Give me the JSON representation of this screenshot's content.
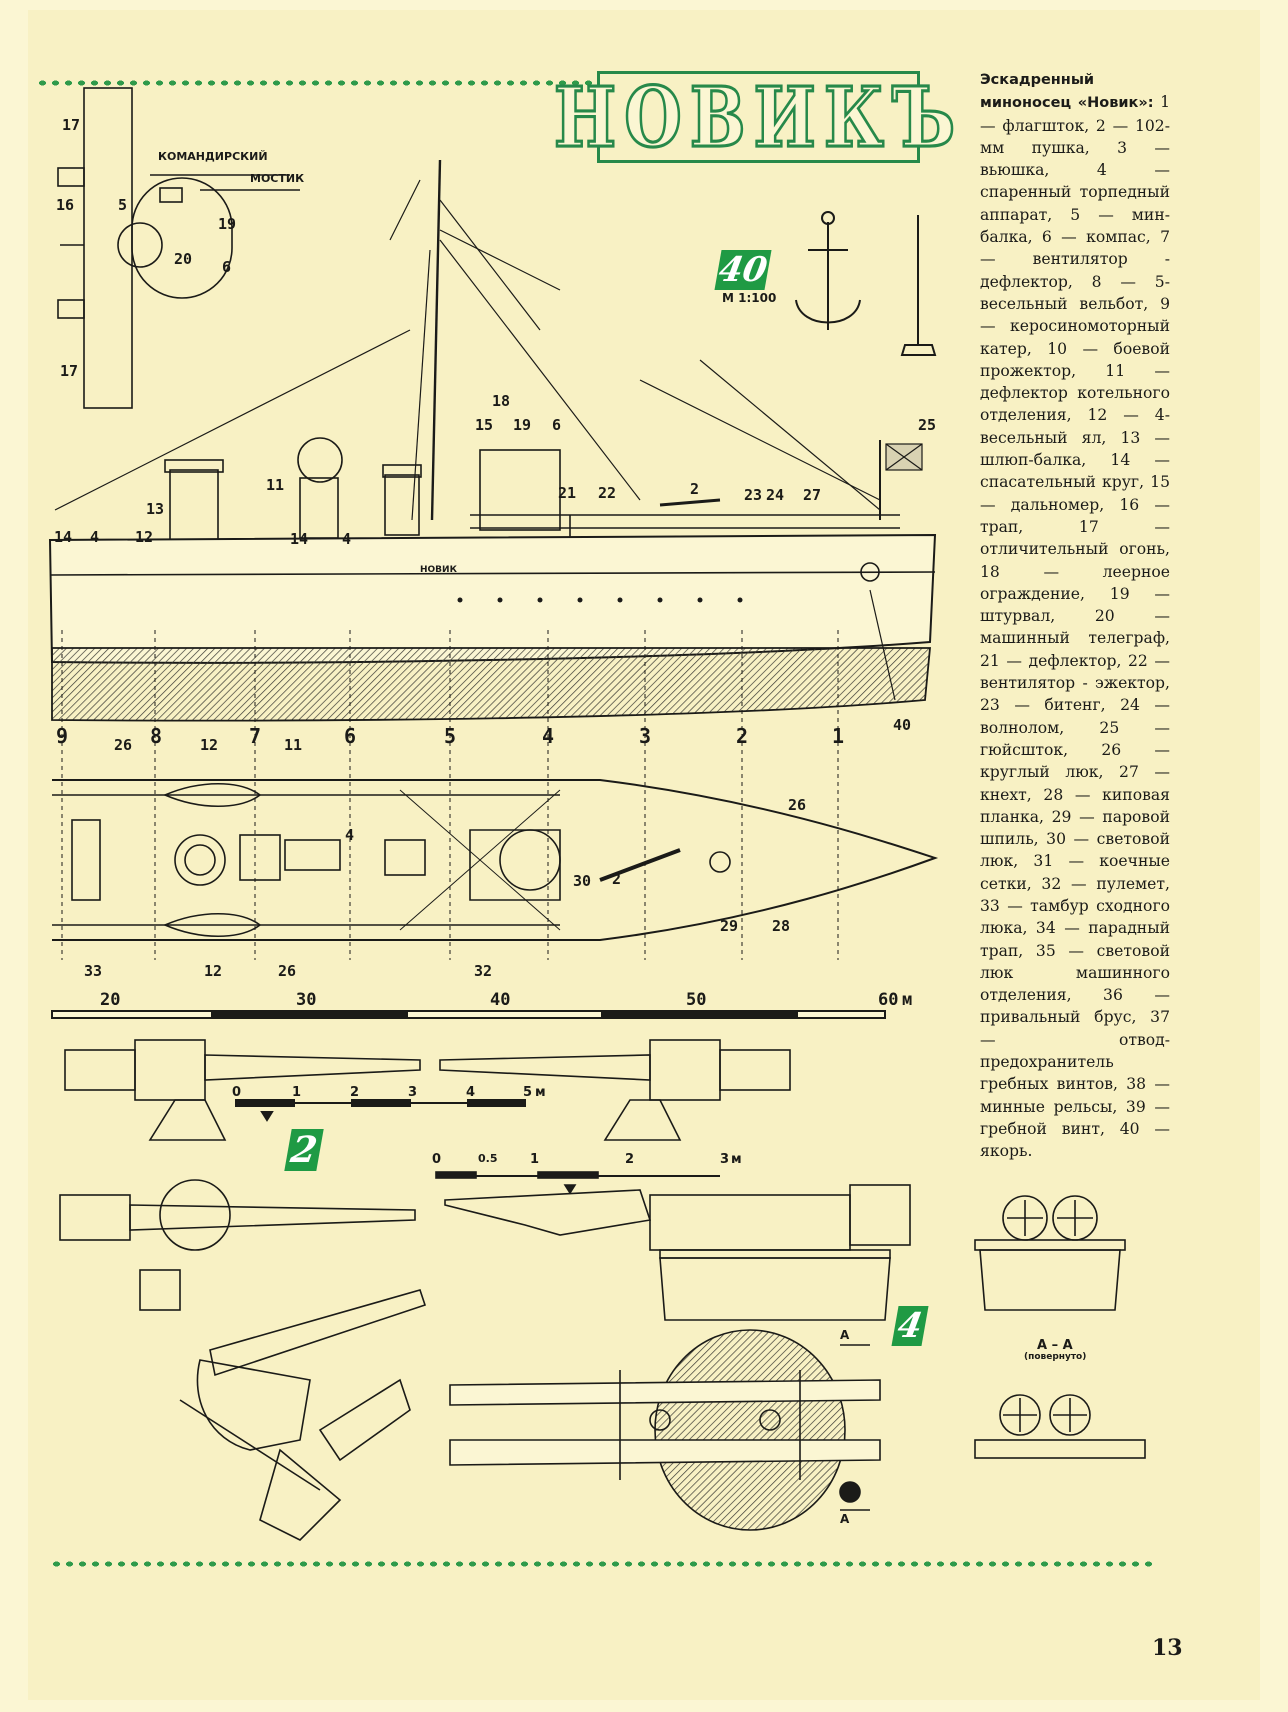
{
  "title": "НОВИКЪ",
  "badges": {
    "main": "40",
    "gun": "2",
    "torpedo": "4"
  },
  "scale_ratio": "M 1:100",
  "bridge_title": "КОМАНДИРСКИЙ",
  "bridge_subtitle": "МОСТИК",
  "hull_name": "НОВИК",
  "section_label": "А – А",
  "section_sub": "(повернуто)",
  "section_mark": "А",
  "legend": {
    "heading": "Эскадренный миноносец «Новик»:",
    "text": "1 — флагшток, 2 — 102-мм пушка, 3 — вьюшка, 4 — спаренный торпедный аппарат, 5 — мин-балка, 6 — компас, 7 — вентилятор - дефлектор, 8 — 5-весельный вельбот, 9 — керосиномоторный катер, 10 — боевой прожектор, 11 — дефлектор котельного отделения, 12 — 4-весельный ял, 13 — шлюп-балка, 14 — спасательный круг, 15 — дальномер, 16 — трап, 17 — отличительный огонь, 18 — леерное ограждение, 19 — штурвал, 20 — машинный телеграф, 21 — дефлектор, 22 — вентилятор - эжектор, 23 — битенг, 24 — волнолом, 25 — гюйсшток, 26 — круглый люк, 27 — кнехт, 28 — киповая планка, 29 — паровой шпиль, 30 — световой люк, 31 — коечные сетки, 32 — пулемет, 33 — тамбур сходного люка, 34 — парадный трап, 35 — световой люк машинного отделения, 36 — привальный брус, 37 — отвод-предохранитель гребных винтов, 38 — минные рельсы, 39 — гребной винт, 40 — якорь."
  },
  "ship_scale": {
    "ticks": [
      "20",
      "30",
      "40",
      "50",
      "60"
    ],
    "unit": "м"
  },
  "gun_scale": {
    "ticks": [
      "0",
      "1",
      "2",
      "3",
      "4",
      "5"
    ],
    "unit": "м"
  },
  "torpedo_scale": {
    "ticks": [
      "0",
      "0.5",
      "1",
      "2",
      "3"
    ],
    "unit": "м"
  },
  "frames": [
    "9",
    "8",
    "7",
    "6",
    "5",
    "4",
    "3",
    "2",
    "1"
  ],
  "profile_labels": [
    "14",
    "4",
    "12",
    "13",
    "11",
    "14",
    "4",
    "15",
    "18",
    "19",
    "6",
    "21",
    "22",
    "2",
    "23",
    "24",
    "27",
    "25",
    "40"
  ],
  "plan_labels": [
    "26",
    "12",
    "11",
    "4",
    "30",
    "2",
    "29",
    "28",
    "26",
    "33",
    "12",
    "26",
    "32"
  ],
  "bridge_labels": [
    "17",
    "16",
    "5",
    "19",
    "20",
    "6",
    "17"
  ],
  "page_number": "13",
  "colors": {
    "paper": "#fbf6d3",
    "ink": "#1b1b18",
    "green": "#1f9a44"
  }
}
